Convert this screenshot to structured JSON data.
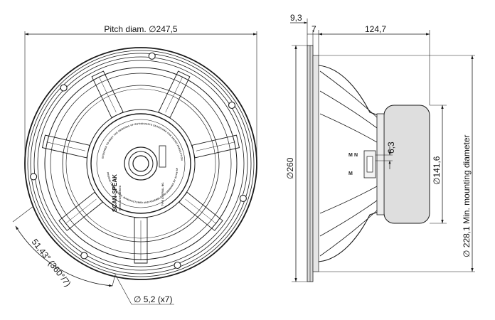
{
  "dimensions": {
    "pitch_diameter": "Pitch diam. ∅247,5",
    "overall_diameter": "∅260",
    "flange_thickness": "9,3",
    "gasket": "7",
    "depth": "124,7",
    "magnet_diameter": "∅141,6",
    "vent_offset": "6,3",
    "mounting_diameter": "∅ 228,1 Min. mounting diameter",
    "hole_angle": "51,43° (360°/7)",
    "hole_size": "∅ 5,2 (x7)"
  },
  "label": {
    "brand": "SCAN-SPEAK",
    "series": "REVELATOR SERIES",
    "type_serial": "TYPE & SERIAL NO.",
    "ring_text": "DESIGNED TO MEET THE DEMANDS OF ENTHUSIASTS SEARCHING FOR SOUND PERFECTION",
    "ring_text_2": "PRODUCT ENGINEERED, MANUFACTURED AND ASSEMBLED IN DENMARK BY SCAN-SPEAK"
  },
  "colors": {
    "line": "#1a1a1a",
    "background": "#ffffff"
  }
}
